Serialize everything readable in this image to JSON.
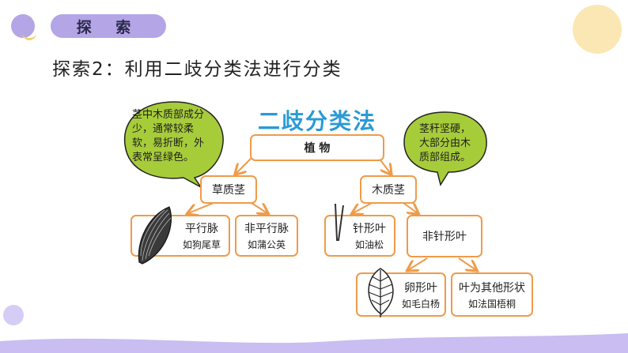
{
  "header": {
    "label": "探  索"
  },
  "subtitle": "探索2：利用二歧分类法进行分类",
  "diagram": {
    "title": "二歧分类法",
    "root": "植  物",
    "bubble_left": "茎中木质部成分少，通常较柔软，易折断，外表常呈绿色。",
    "bubble_left_lines": [
      "茎中木质部成分",
      "少，通常较柔",
      "软，易折断，外",
      "表常呈绿色。"
    ],
    "bubble_right_lines": [
      "茎秆坚硬，",
      "大部分由木",
      "质部组成。"
    ],
    "herb": {
      "label": "草质茎",
      "parallel": {
        "label": "平行脉",
        "example": "如狗尾草"
      },
      "non_parallel": {
        "label": "非平行脉",
        "example": "如蒲公英"
      }
    },
    "woody": {
      "label": "木质茎",
      "needle": {
        "label": "针形叶",
        "example": "如油松"
      },
      "non_needle": {
        "label": "非针形叶",
        "ovate": {
          "label": "卵形叶",
          "example": "如毛白杨"
        },
        "other": {
          "label": "叶为其他形状",
          "example": "如法国梧桐"
        }
      }
    }
  }
}
